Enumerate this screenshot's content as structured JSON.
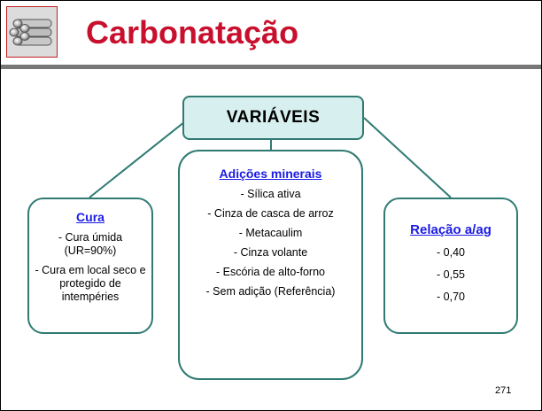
{
  "slide": {
    "title": "Carbonatação",
    "page_number": "271",
    "logo_icon": "steel-bars-icon"
  },
  "diagram": {
    "center": {
      "label": "VARIÁVEIS"
    },
    "cura": {
      "title": "Cura",
      "items": [
        "- Cura úmida (UR=90%)",
        "- Cura em local seco e protegido de intempéries"
      ]
    },
    "adicoes": {
      "title": "Adições minerais",
      "items": [
        "- Sílica ativa",
        "- Cinza de casca de arroz",
        "- Metacaulim",
        "- Cinza volante",
        "- Escória de alto-forno",
        "- Sem adição (Referência)"
      ]
    },
    "relacao": {
      "title": "Relação a/ag",
      "items": [
        "- 0,40",
        "- 0,55",
        "- 0,70"
      ]
    }
  },
  "colors": {
    "title": "#c8102e",
    "box_border": "#2f7a72",
    "center_fill": "#d7efee",
    "link_text": "#1a1ae6",
    "rule": "#777777"
  }
}
